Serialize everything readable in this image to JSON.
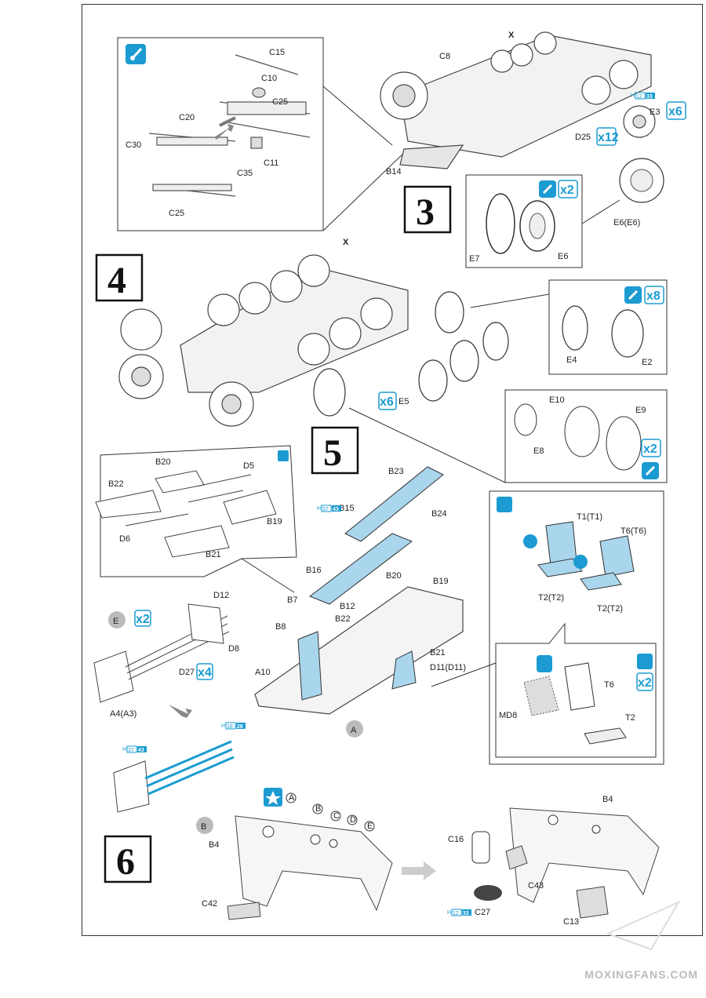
{
  "steps": {
    "s3": "3",
    "s4": "4",
    "s5": "5",
    "s6": "6"
  },
  "step3": {
    "parts": [
      "C15",
      "C10",
      "C25",
      "C20",
      "C30",
      "C11",
      "C35",
      "C25",
      "C8",
      "X",
      "B14",
      "E3",
      "D25",
      "E6(E6)",
      "E7",
      "E6"
    ],
    "multipliers": {
      "e3": "x6",
      "d25": "x12",
      "tire": "x2"
    },
    "paint": {
      "h12": "12",
      "h33": "33"
    }
  },
  "step4": {
    "parts": [
      "X",
      "E4",
      "E2",
      "E5",
      "E10",
      "E9",
      "E8"
    ],
    "multipliers": {
      "e4": "x8",
      "e5": "x6",
      "e9": "x2"
    }
  },
  "step5": {
    "parts": [
      "B20",
      "D5",
      "B22",
      "B19",
      "D6",
      "B21",
      "B23",
      "B15",
      "B24",
      "B16",
      "B20",
      "B19",
      "B7",
      "B12",
      "B8",
      "B22",
      "B21",
      "A10",
      "D11(D11)",
      "T1(T1)",
      "T6(T6)",
      "T2(T2)",
      "T2(T2)",
      "T6",
      "MD8",
      "T2",
      "D12",
      "D8",
      "D27",
      "A4(A3)",
      "A",
      "E"
    ],
    "multipliers": {
      "seat": "x2",
      "e": "x2",
      "d27": "x4"
    },
    "paint": {
      "h37": "37",
      "h43": "43",
      "h18": "18",
      "h28": "28"
    }
  },
  "step6": {
    "parts": [
      "B",
      "B4",
      "C42",
      "B4",
      "C16",
      "C43",
      "C27",
      "C13"
    ],
    "circle_labels": [
      "A",
      "B",
      "C",
      "D",
      "E"
    ]
  },
  "watermark": "MOXINGFANS.COM"
}
